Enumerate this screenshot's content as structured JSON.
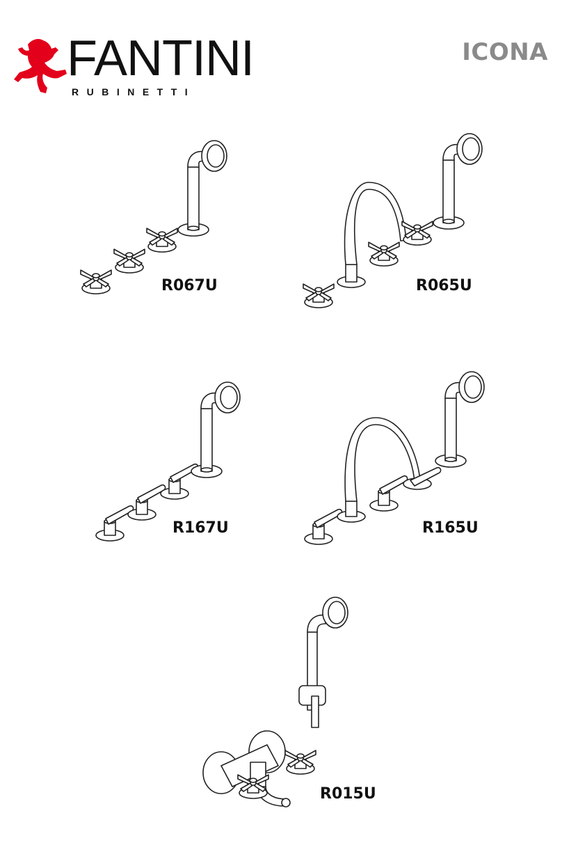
{
  "header": {
    "brand": "FANTINI",
    "brand_sub": "RUBINETTI",
    "series": "ICONA",
    "brand_color": "#e3001b"
  },
  "products": [
    {
      "code": "R067U"
    },
    {
      "code": "R065U"
    },
    {
      "code": "R167U"
    },
    {
      "code": "R165U"
    },
    {
      "code": "R015U"
    }
  ]
}
